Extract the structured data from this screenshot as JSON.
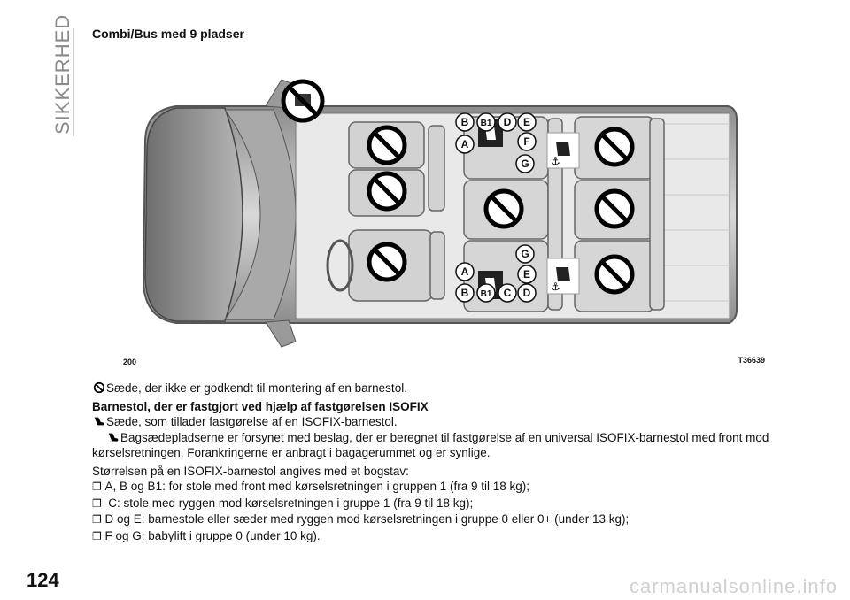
{
  "side_tab": {
    "label": "SIKKERHED"
  },
  "section": {
    "title": "Combi/Bus med 9 pladser"
  },
  "figure": {
    "number": "200",
    "code": "T36639",
    "top_labels": [
      "B",
      "B1",
      "D",
      "E"
    ],
    "top_side_labels": [
      "A",
      "F",
      "G"
    ],
    "bottom_side_labels": [
      "G",
      "A",
      "E"
    ],
    "bottom_labels": [
      "B",
      "B1",
      "C",
      "D"
    ]
  },
  "legend": {
    "not_approved": "Sæde, der ikke er godkendt til montering af en barnestol.",
    "isofix_heading": "Barnestol, der er fastgjort ved hjælp af fastgørelsen ISOFIX",
    "isofix_allowed": "Sæde, som tillader fastgørelse af en ISOFIX-barnestol.",
    "rear_seats": "Bagsædepladserne er forsynet med beslag, der er beregnet til fastgørelse af en universal ISOFIX-barnestol med front mod kørselsretningen. Forankringerne er anbragt i bagagerummet og er synlige.",
    "size_intro": "Størrelsen på en ISOFIX-barnestol angives med et bogstav:",
    "sizes": [
      "A, B og B1: for stole med front med kørselsretningen i gruppen 1 (fra 9 til 18 kg);",
      " C: stole med ryggen mod kørselsretningen i gruppe 1 (fra 9 til 18 kg);",
      "D og E: barnestole eller sæder med ryggen mod kørselsretningen i gruppe 0 eller 0+ (under 13 kg);",
      "F og G: babylift i gruppe 0 (under 10 kg)."
    ]
  },
  "page": {
    "number": "124"
  },
  "watermark": {
    "text": "carmanualsonline.info"
  }
}
